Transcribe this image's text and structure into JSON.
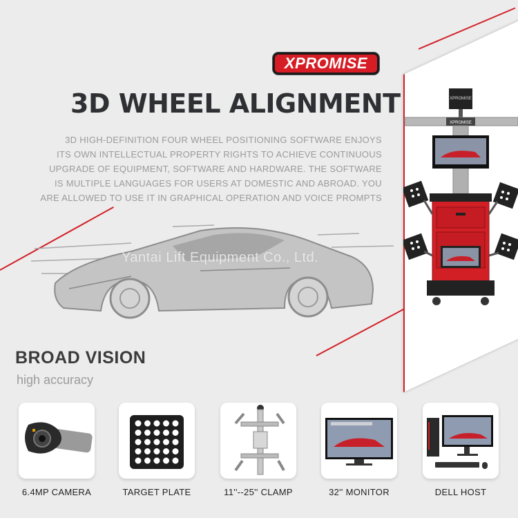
{
  "brand": {
    "logo_text": "XPROMISE",
    "accent_color": "#d21f26"
  },
  "headline": "3D WHEEL ALIGNMENT",
  "description_lines": [
    "3D HIGH-DEFINITION FOUR WHEEL POSITIONING SOFTWARE ENJOYS",
    "ITS OWN INTELLECTUAL PROPERTY RIGHTS TO ACHIEVE CONTINUOUS",
    "UPGRADE OF EQUIPMENT, SOFTWARE AND HARDWARE. THE SOFTWARE",
    "IS MULTIPLE LANGUAGES FOR USERS AT DOMESTIC AND ABROAD. YOU",
    "ARE ALLOWED TO USE IT IN GRAPHICAL OPERATION AND VOICE PROMPTS"
  ],
  "watermark": "Yantai Lift Equipment Co., Ltd.",
  "feature": {
    "title": "BROAD VISION",
    "subtitle": "high accuracy"
  },
  "components": [
    {
      "caption": "6.4MP CAMERA",
      "icon": "camera-icon"
    },
    {
      "caption": "TARGET PLATE",
      "icon": "target-plate-icon"
    },
    {
      "caption": "11''--25'' CLAMP",
      "icon": "clamp-icon"
    },
    {
      "caption": "32'' MONITOR",
      "icon": "monitor-icon"
    },
    {
      "caption": "DELL HOST",
      "icon": "pc-host-icon"
    }
  ]
}
